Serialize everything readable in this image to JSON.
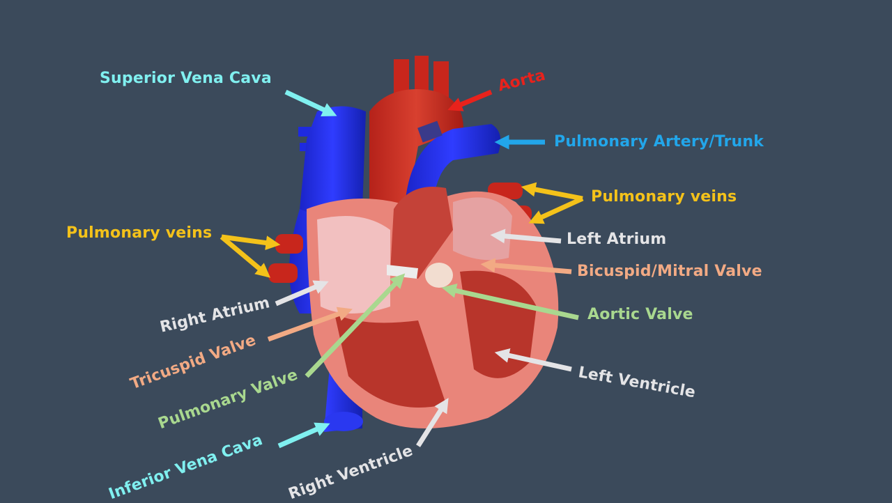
{
  "colors": {
    "background": "#3b4a5b",
    "cyan": "#80f0f0",
    "red": "#e8221c",
    "blue": "#22a6ea",
    "yellow": "#f4c21a",
    "white": "#e4e4e6",
    "salmon": "#f2aa84",
    "green": "#a9d88f"
  },
  "labels": {
    "superior_vena_cava": "Superior Vena Cava",
    "aorta": "Aorta",
    "pulmonary_artery": "Pulmonary Artery/Trunk",
    "pulmonary_veins_right": "Pulmonary veins",
    "pulmonary_veins_left": "Pulmonary veins",
    "left_atrium": "Left Atrium",
    "mitral_valve": "Bicuspid/Mitral Valve",
    "aortic_valve": "Aortic Valve",
    "left_ventricle": "Left Ventricle",
    "right_atrium": "Right Atrium",
    "tricuspid_valve": "Tricuspid Valve",
    "pulmonary_valve": "Pulmonary Valve",
    "inferior_vena_cava": "Inferior Vena Cava",
    "right_ventricle": "Right Ventricle"
  }
}
